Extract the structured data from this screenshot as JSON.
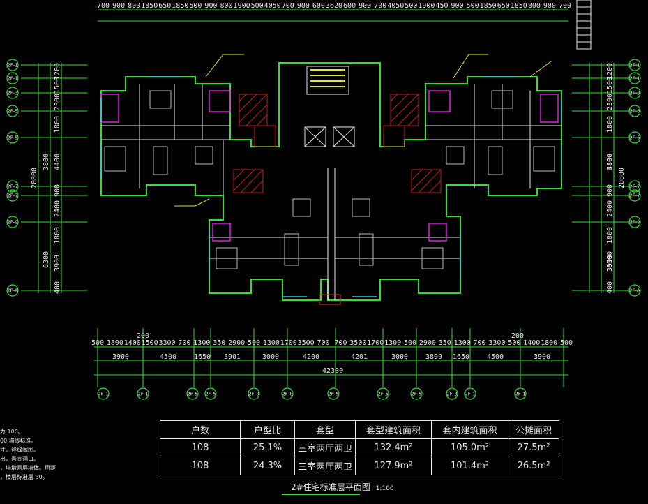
{
  "drawing": {
    "title": "2#住宅标准层平面图",
    "scale": "1:100",
    "top_dims": [
      "700",
      "900",
      "800",
      "1850",
      "650",
      "1850",
      "500",
      "900",
      "800",
      "1900",
      "500",
      "4050",
      "700",
      "900",
      "600",
      "3620",
      "600",
      "900",
      "700",
      "4050",
      "500",
      "1900",
      "450",
      "900",
      "500",
      "1850",
      "650",
      "1850",
      "800",
      "900",
      "700"
    ],
    "bottom_dims_row1": [
      "500",
      "1800",
      "1400",
      "1500",
      "3300",
      "700",
      "1300",
      "350",
      "2900",
      "500",
      "1300",
      "1700",
      "3500",
      "700",
      "700",
      "3500",
      "1700",
      "1300",
      "500",
      "2900",
      "350",
      "1300",
      "700",
      "3300",
      "500",
      "1400",
      "1800",
      "500"
    ],
    "bottom_dims_row1_small": [
      "200",
      "200"
    ],
    "bottom_dims_row2": [
      "3900",
      "4500",
      "1650",
      "3901",
      "3000",
      "4200",
      "4201",
      "3000",
      "3899",
      "1650",
      "4500",
      "3900"
    ],
    "total_width": "42300",
    "left_dims": [
      "1200",
      "1500",
      "2300",
      "1800",
      "4400",
      "900",
      "2400",
      "1800",
      "3900",
      "400"
    ],
    "left_total": "20800",
    "left_sub": [
      "3800",
      "6300"
    ],
    "right_dims": [
      "1200",
      "1500",
      "2300",
      "1800",
      "4400",
      "900",
      "2400",
      "1800",
      "3900",
      "400"
    ],
    "right_total": "20800",
    "right_sub": [
      "3800",
      "6300"
    ],
    "axis_bubbles_bottom": [
      "2F-1",
      "2F-1",
      "2F-5",
      "2F-5",
      "2F-8",
      "2F-8",
      "2F-5",
      "2F-5",
      "2F-5",
      "2F-8",
      "2F-1",
      "2F-1"
    ],
    "axis_bubbles_left": [
      "2F-1",
      "2F-1",
      "2F-3",
      "2F-5",
      "2F-5",
      "2F-7",
      "2F-7",
      "2F-9",
      "2F-A"
    ],
    "axis_bubbles_right": [
      "2F-1",
      "2F-1",
      "2F-3",
      "2F-5",
      "2F-5",
      "2F-7",
      "2F-7",
      "2F-9",
      "2F-A"
    ]
  },
  "notes": [
    "为 100。",
    "00,墙线标准。",
    "寸，详绿阁图。",
    "出，吾宣洞口。",
    "，墙墩两层墙体。用距",
    "，楼层标准层 30。"
  ],
  "table": {
    "headers": [
      "户数",
      "户型比",
      "套型",
      "套型建筑面积",
      "套内建筑面积",
      "公摊面积"
    ],
    "rows": [
      [
        "108",
        "25.1%",
        "三室两厅两卫",
        "132.4m²",
        "105.0m²",
        "27.5m²"
      ],
      [
        "108",
        "24.3%",
        "三室两厅两卫",
        "127.9m²",
        "101.4m²",
        "26.5m²"
      ]
    ]
  }
}
